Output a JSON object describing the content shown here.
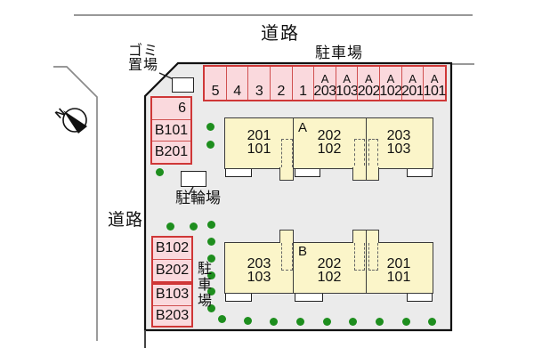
{
  "labels": {
    "road_top": "道路",
    "road_left": "道路",
    "parking_lot": "駐車場",
    "parking_side": "駐車場",
    "garbage_line1": "ゴミ",
    "garbage_line2": "置場",
    "bicycle": "駐輪場",
    "compass_north": "N"
  },
  "colors": {
    "site_fill": "#ebebeb",
    "parking_fill": "#fad9dd",
    "parking_border": "#cf3737",
    "building_fill": "#fbf5c9",
    "building_border": "#3a3a3a",
    "tree_green": "#1e8e1e",
    "road_line_gray": "#8a8a8a"
  },
  "parking_top_row": {
    "cells": [
      {
        "bldg": "",
        "num": "5"
      },
      {
        "bldg": "",
        "num": "4"
      },
      {
        "bldg": "",
        "num": "3"
      },
      {
        "bldg": "",
        "num": "2"
      },
      {
        "bldg": "",
        "num": "1"
      },
      {
        "bldg": "A",
        "num": "203"
      },
      {
        "bldg": "A",
        "num": "103"
      },
      {
        "bldg": "A",
        "num": "202"
      },
      {
        "bldg": "A",
        "num": "102"
      },
      {
        "bldg": "A",
        "num": "201"
      },
      {
        "bldg": "A",
        "num": "101"
      }
    ]
  },
  "parking_left": {
    "top_cells": [
      "6",
      "B101",
      "B201"
    ],
    "bottom_upper": [
      "B102",
      "B202"
    ],
    "bottom_lower": [
      "B103",
      "B203"
    ]
  },
  "building_a": {
    "label": "A",
    "units": [
      {
        "upper": "201",
        "lower": "101"
      },
      {
        "upper": "202",
        "lower": "102"
      },
      {
        "upper": "203",
        "lower": "103"
      }
    ]
  },
  "building_b": {
    "label": "B",
    "units": [
      {
        "upper": "203",
        "lower": "103"
      },
      {
        "upper": "202",
        "lower": "102"
      },
      {
        "upper": "201",
        "lower": "101"
      }
    ]
  }
}
